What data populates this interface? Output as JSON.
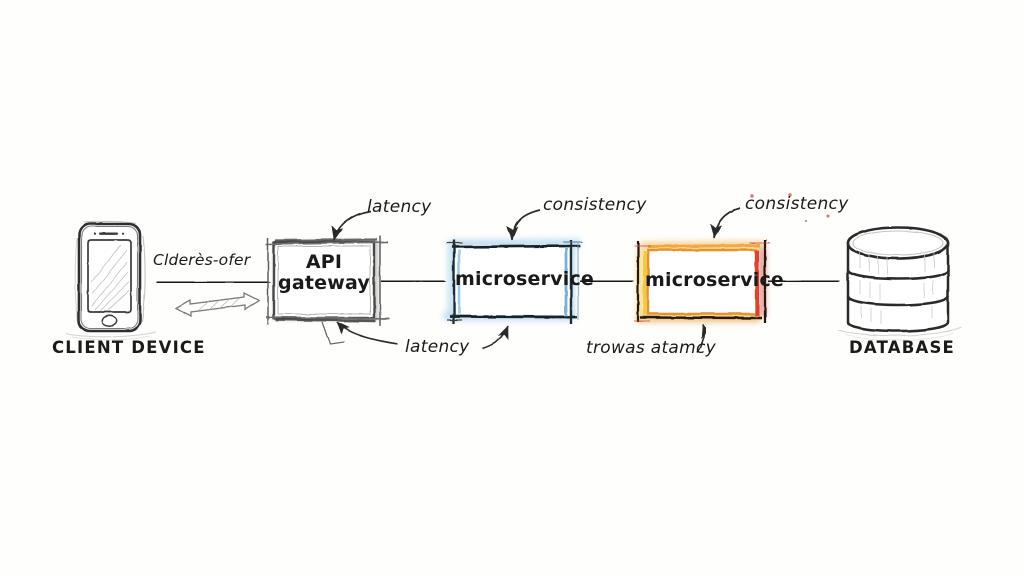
{
  "diagram": {
    "title": "Client to database request flow sketch",
    "style": "hand-drawn whiteboard sketch",
    "background_color": "#fefefd",
    "ink_color": "#1a1a1a"
  },
  "nodes": [
    {
      "id": "client-device",
      "kind": "smartphone",
      "caption": "CLIENT DEVICE",
      "color": "#2b2b2b"
    },
    {
      "id": "api-gateway",
      "kind": "box",
      "label_line1": "API",
      "label_line2": "gateway",
      "color": "#4a4a4a"
    },
    {
      "id": "microservice-1",
      "kind": "box",
      "label_line1": "microservice",
      "label_line2": "",
      "color": "#6fa8d0"
    },
    {
      "id": "microservice-2",
      "kind": "box",
      "label_line1": "microservice",
      "label_line2": "",
      "color": "#e8932c"
    },
    {
      "id": "database",
      "kind": "cylinder",
      "caption": "DATABASE",
      "color": "#2b2b2b",
      "disc_count": 3
    }
  ],
  "flow_arrows": [
    {
      "id": "client-to-gateway",
      "label": "Clderès-ofer"
    },
    {
      "id": "gateway-to-ms1",
      "label": ""
    },
    {
      "id": "ms1-to-ms2",
      "label": ""
    },
    {
      "id": "ms2-to-database",
      "label": ""
    }
  ],
  "bidirectional_arrow": {
    "id": "client-gateway-bidirectional",
    "label": ""
  },
  "annotations": [
    {
      "id": "latency-top",
      "text": "latency",
      "target": "api-gateway",
      "position": "above"
    },
    {
      "id": "consistency-top-1",
      "text": "consistency",
      "target": "microservice-1",
      "position": "above"
    },
    {
      "id": "consistency-top-2",
      "text": "consistency",
      "target": "microservice-2",
      "position": "above"
    },
    {
      "id": "latency-bottom",
      "text": "latency",
      "target": "api-gateway-microservice-1",
      "position": "below"
    },
    {
      "id": "latency-bottom-2",
      "text": "trowas atamcy",
      "target": "microservice-2",
      "position": "below"
    }
  ],
  "palette": {
    "ink": "#1a1a1a",
    "grey": "#5a5a5a",
    "blue": "#6fa8d0",
    "blue_dark": "#2f6f9e",
    "orange": "#e8932c",
    "yellow": "#f2c84b",
    "red": "#d94436",
    "paper": "#fefefd"
  }
}
